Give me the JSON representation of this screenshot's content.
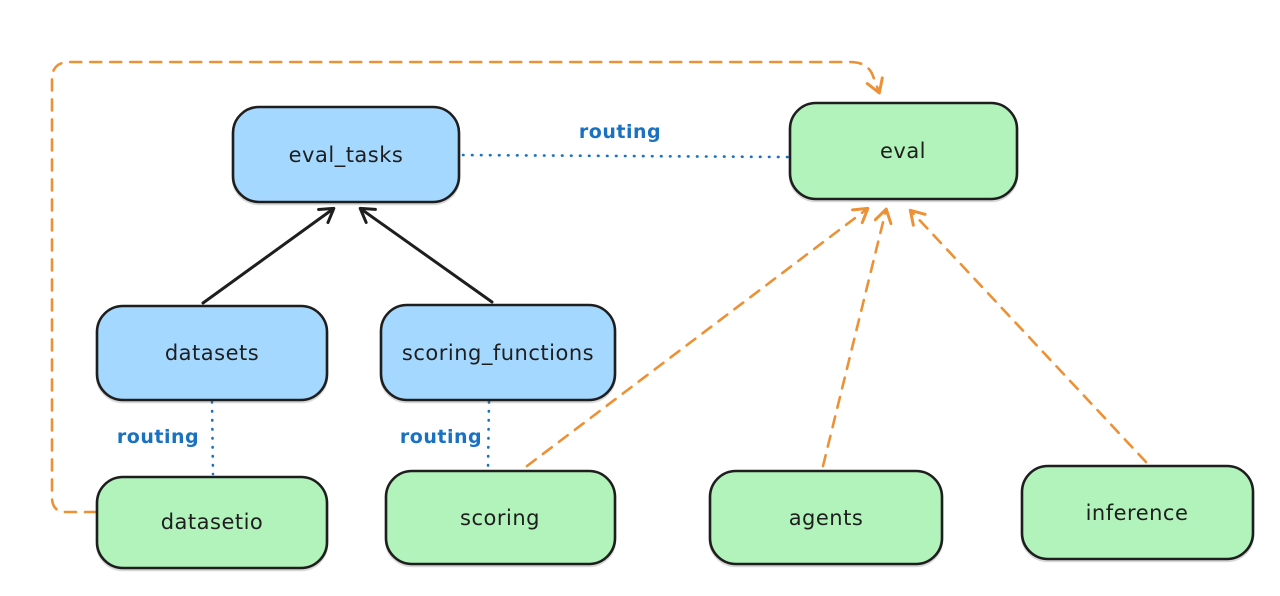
{
  "diagram": {
    "colors": {
      "background": "#ffffff",
      "node_stroke": "#1e1e1e",
      "registry_fill": "#a5d8ff",
      "api_fill": "#b2f2bb",
      "label_text": "#1e1e1e",
      "routing_blue": "#1971c2",
      "provider_orange": "#ec9136",
      "dependency_black": "#1e1e1e"
    },
    "nodes": [
      {
        "id": "eval_tasks",
        "label": "eval_tasks",
        "kind": "registry"
      },
      {
        "id": "eval",
        "label": "eval",
        "kind": "api"
      },
      {
        "id": "datasets",
        "label": "datasets",
        "kind": "registry"
      },
      {
        "id": "scoring_functions",
        "label": "scoring_functions",
        "kind": "registry"
      },
      {
        "id": "datasetio",
        "label": "datasetio",
        "kind": "api"
      },
      {
        "id": "scoring",
        "label": "scoring",
        "kind": "api"
      },
      {
        "id": "agents",
        "label": "agents",
        "kind": "api"
      },
      {
        "id": "inference",
        "label": "inference",
        "kind": "api"
      }
    ],
    "edges": [
      {
        "id": "datasets-to-eval_tasks",
        "from": "datasets",
        "to": "eval_tasks",
        "style": "solid-arrow",
        "label": ""
      },
      {
        "id": "scoring_functions-to-eval_tasks",
        "from": "scoring_functions",
        "to": "eval_tasks",
        "style": "solid-arrow",
        "label": ""
      },
      {
        "id": "eval_tasks-to-eval",
        "from": "eval_tasks",
        "to": "eval",
        "style": "dotted",
        "label": "routing"
      },
      {
        "id": "datasets-to-datasetio",
        "from": "datasets",
        "to": "datasetio",
        "style": "dotted",
        "label": "routing"
      },
      {
        "id": "scoring_functions-to-scoring",
        "from": "scoring_functions",
        "to": "scoring",
        "style": "dotted",
        "label": "routing"
      },
      {
        "id": "datasetio-to-eval",
        "from": "datasetio",
        "to": "eval",
        "style": "dashed-arrow",
        "label": ""
      },
      {
        "id": "scoring-to-eval",
        "from": "scoring",
        "to": "eval",
        "style": "dashed-arrow",
        "label": ""
      },
      {
        "id": "agents-to-eval",
        "from": "agents",
        "to": "eval",
        "style": "dashed-arrow",
        "label": ""
      },
      {
        "id": "inference-to-eval",
        "from": "inference",
        "to": "eval",
        "style": "dashed-arrow",
        "label": ""
      }
    ],
    "edge_labels": {
      "eval_tasks_eval": "routing",
      "datasets_datasetio": "routing",
      "scoring_functions_scoring": "routing"
    }
  }
}
